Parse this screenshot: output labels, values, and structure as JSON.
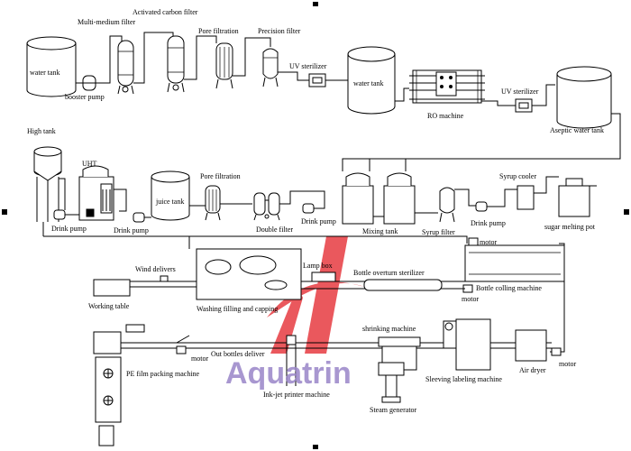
{
  "labels": {
    "water_tank_1": "water tank",
    "booster_pump": "booster pump",
    "multi_medium_filter": "Multi-medium filter",
    "activated_carbon_filter": "Activated carbon filter",
    "pore_filtration_1": "Pore filtration",
    "precision_filter": "Precision filter",
    "uv_sterilizer_1": "UV sterilizer",
    "water_tank_2": "water tank",
    "ro_machine": "RO machine",
    "uv_sterilizer_2": "UV sterilizer",
    "aseptic_water_tank": "Aseptic water tank",
    "high_tank": "High tank",
    "uht": "UHT",
    "juice_tank": "juice tank",
    "pore_filtration_2": "Pore filtration",
    "double_filter": "Double filter",
    "drink_pump_1": "Drink pump",
    "drink_pump_2": "Drink pump",
    "drink_pump_3": "Drink pump",
    "drink_pump_4": "Drink pump",
    "mixing_tank": "Mixing tank",
    "syrup_filter": "Syrup filter",
    "syrup_cooler": "Syrup cooler",
    "sugar_melting_pot": "sugar melting pot",
    "motor_1": "motor",
    "wind_delivers": "Wind delivers",
    "lamp_box": "Lamp box",
    "bottle_overturn_sterilizer": "Bottle overturn sterilizer",
    "motor_2": "motor",
    "bottle_colling_machine": "Bottle colling machine",
    "working_table": "Working table",
    "washing_filling_capping": "Washing filling and capping",
    "shrinking_machine": "shrinking machine",
    "motor_3": "motor",
    "out_bottles_deliver": "Out bottles deliver",
    "pe_film_packing_machine": "PE film packing machine",
    "ink_jet_printer_machine": "Ink-jet printer machine",
    "steam_generator": "Steam generator",
    "sleeving_labeling_machine": "Sleeving labeling machine",
    "air_dryer": "Air dryer",
    "motor_4": "motor"
  },
  "watermark": {
    "text": "Aquatrin",
    "logo_color": "#e8464c",
    "text_color": "#9a86c8"
  }
}
